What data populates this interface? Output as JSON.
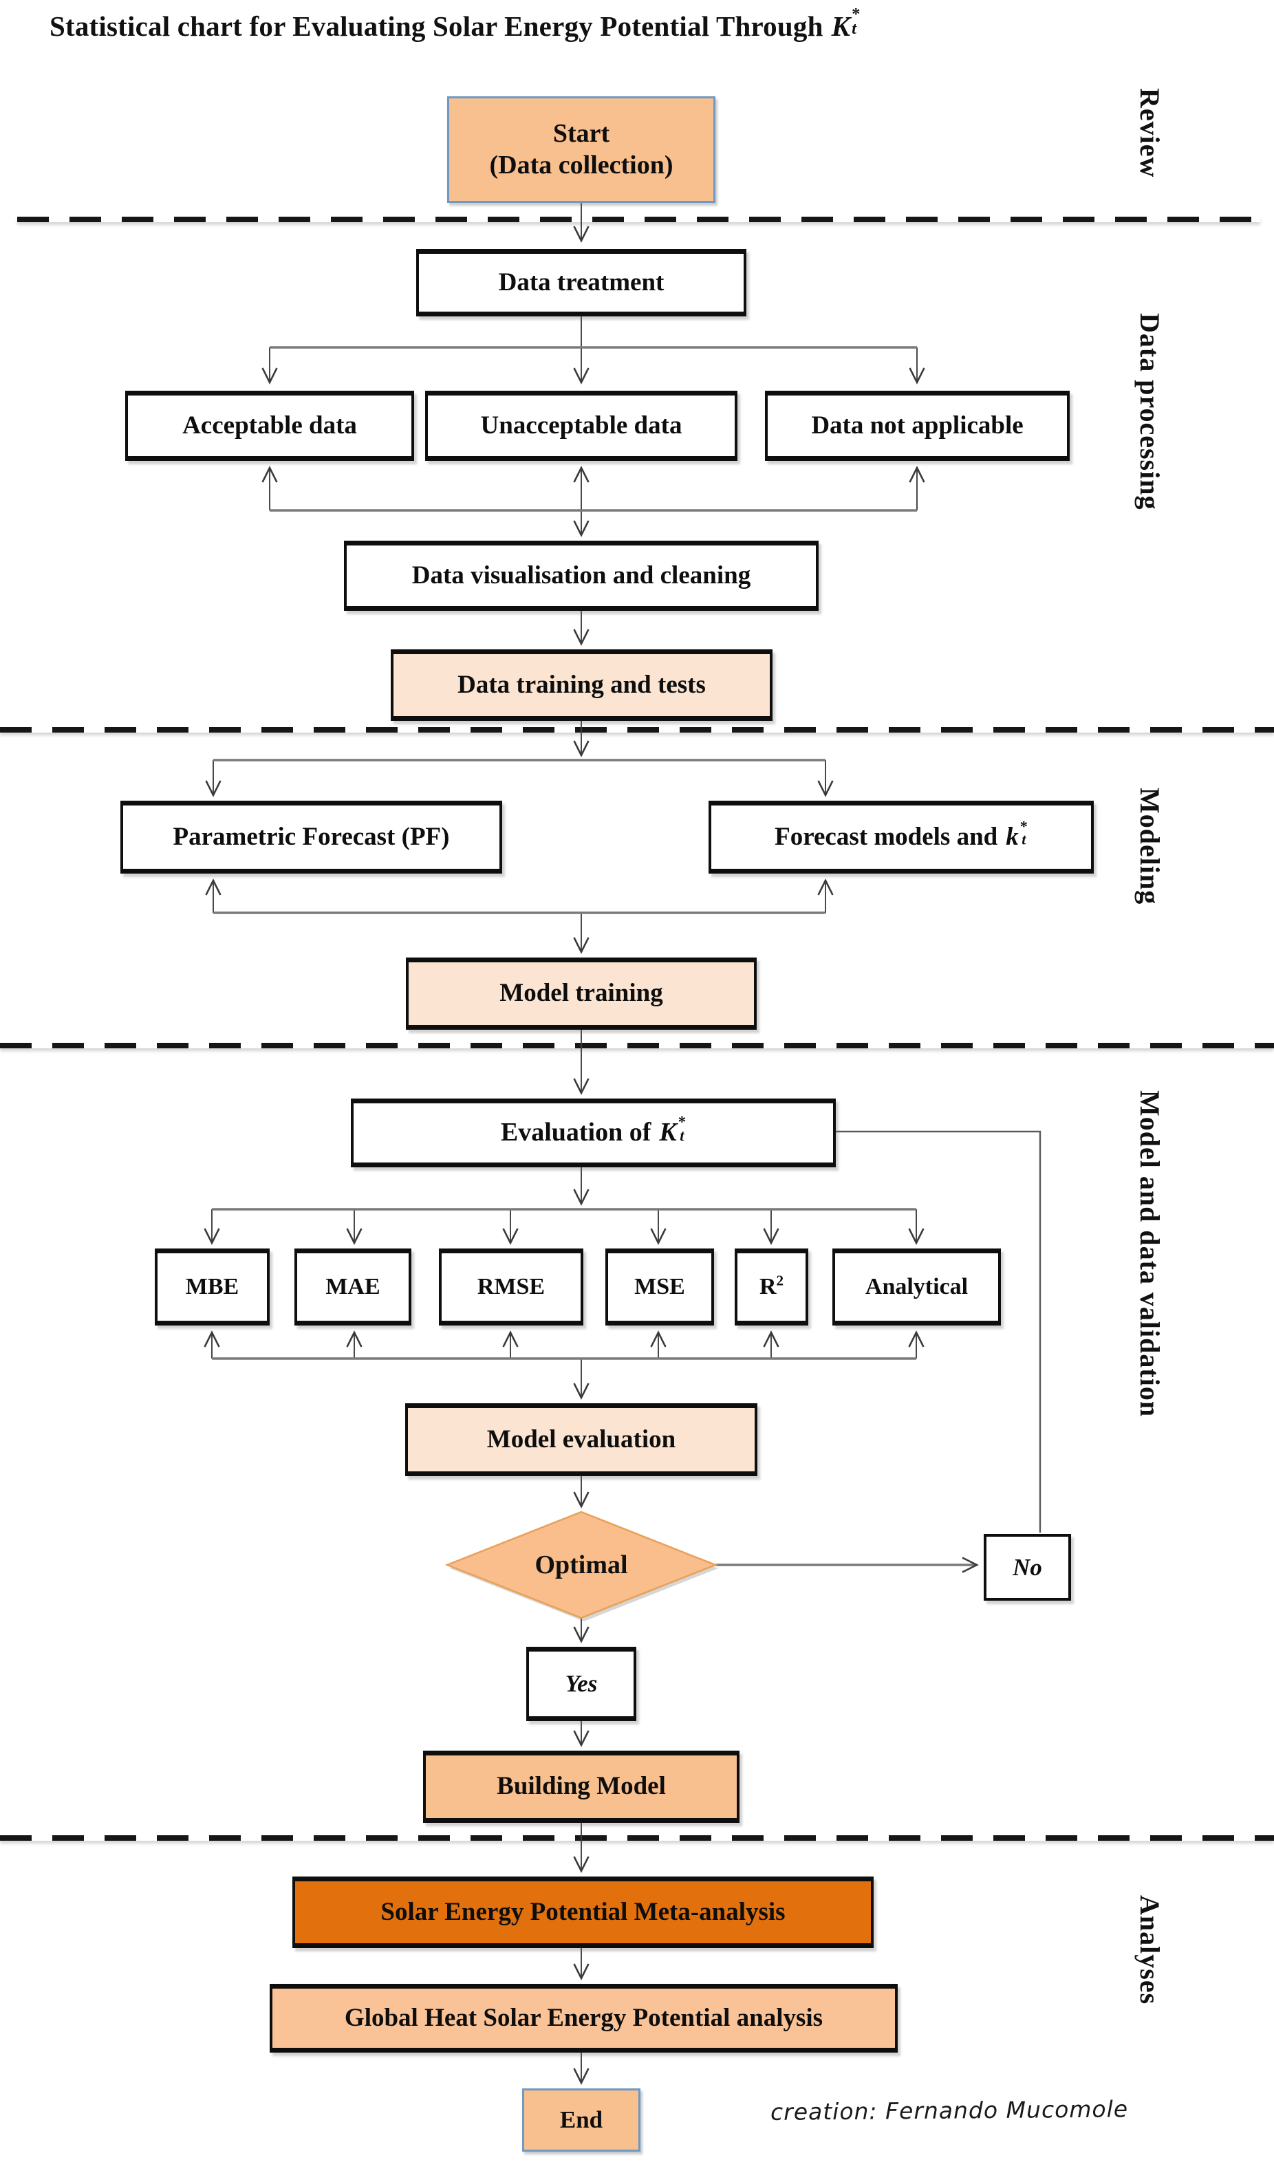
{
  "title": {
    "prefix": "Statistical chart for Evaluating Solar Energy Potential Through",
    "math": {
      "base": "K",
      "sup": "*",
      "sub": "t"
    }
  },
  "section_labels": [
    {
      "label": "Review"
    },
    {
      "label": "Data processing"
    },
    {
      "label": "Modeling"
    },
    {
      "label": "Model and data validation"
    },
    {
      "label": "Analyses"
    }
  ],
  "nodes": {
    "start": {
      "line1": "Start",
      "line2": "(Data collection)"
    },
    "data_treatment": {
      "label": "Data treatment"
    },
    "acceptable": {
      "label": "Acceptable data"
    },
    "unacceptable": {
      "label": "Unacceptable data"
    },
    "not_applicable": {
      "label": "Data not applicable"
    },
    "visualisation": {
      "label": "Data visualisation and cleaning"
    },
    "training_tests": {
      "label": "Data training and tests"
    },
    "parametric": {
      "label": "Parametric Forecast (PF)"
    },
    "forecast_models": {
      "prefix": "Forecast models and",
      "math": {
        "base": "k",
        "sup": "*",
        "sub": "t"
      }
    },
    "model_training": {
      "label": "Model training"
    },
    "evaluation": {
      "prefix": "Evaluation of",
      "math": {
        "base": "K",
        "sup": "*",
        "sub": "t"
      }
    },
    "metrics": [
      {
        "label": "MBE"
      },
      {
        "label": "MAE"
      },
      {
        "label": "RMSE"
      },
      {
        "label": "MSE"
      },
      {
        "label": "R",
        "sup": "2"
      },
      {
        "label": "Analytical"
      }
    ],
    "model_evaluation": {
      "label": "Model evaluation"
    },
    "optimal": {
      "label": "Optimal"
    },
    "no": {
      "label": "No"
    },
    "yes": {
      "label": "Yes"
    },
    "building_model": {
      "label": "Building Model"
    },
    "meta_analysis": {
      "label": "Solar Energy Potential Meta-analysis"
    },
    "global_heat": {
      "label": "Global Heat Solar Energy Potential analysis"
    },
    "end": {
      "label": "End"
    }
  },
  "credit": "creation: Fernando Mucomole",
  "colors": {
    "node_peach": "#F9C08F",
    "node_light_peach": "#FBE5D2",
    "node_dark_orange": "#E2710D",
    "node_global_peach": "#FAC397",
    "diamond_fill": "#F9BE8C",
    "diamond_border": "#E8A159",
    "start_end_border": "#6E99C6",
    "box_border": "#0E0E0E",
    "connector_gray": "#7A7A7A",
    "connector_dark": "#3F3F3F"
  }
}
